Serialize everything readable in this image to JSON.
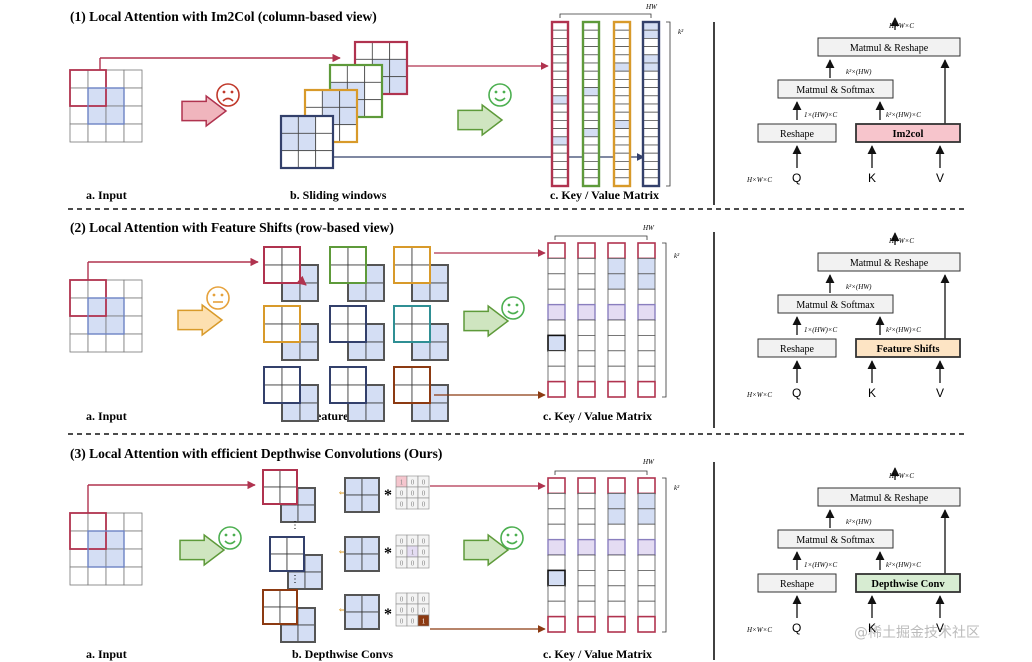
{
  "sections": [
    {
      "title": "(1) Local Attention with Im2Col (column-based view)",
      "captions": [
        "a. Input",
        "b. Sliding windows",
        "c. Key / Value Matrix"
      ],
      "hw_label": "HW",
      "k2_label": "k²",
      "emoji": [
        "sad",
        "happy"
      ],
      "flow": {
        "top": "H×W×C",
        "matmul_reshape": "Matmul & Reshape",
        "mid_label": "k²×(HW)",
        "matmul_softmax": "Matmul & Softmax",
        "left_label": "1×(HW)×C",
        "right_label": "k²×(HW)×C",
        "reshape": "Reshape",
        "op": "Im2col",
        "input_label": "H×W×C",
        "q": "Q",
        "k": "K",
        "v": "V",
        "op_color": "#f7c5cc"
      }
    },
    {
      "title": "(2) Local Attention with Feature Shifts (row-based view)",
      "captions": [
        "a. Input",
        "b. Feature Shifts",
        "c. Key / Value Matrix"
      ],
      "hw_label": "HW",
      "k2_label": "k²",
      "emoji": [
        "neutral",
        "happy"
      ],
      "flow": {
        "top": "H×W×C",
        "matmul_reshape": "Matmul & Reshape",
        "mid_label": "k²×(HW)",
        "matmul_softmax": "Matmul & Softmax",
        "left_label": "1×(HW)×C",
        "right_label": "k²×(HW)×C",
        "reshape": "Reshape",
        "op": "Feature Shifts",
        "input_label": "H×W×C",
        "q": "Q",
        "k": "K",
        "v": "V",
        "op_color": "#fde4c4"
      }
    },
    {
      "title": "(3) Local Attention with efficient Depthwise Convolutions (Ours)",
      "captions": [
        "a. Input",
        "b. Depthwise Convs",
        "c. Key / Value Matrix"
      ],
      "hw_label": "HW",
      "k2_label": "k²",
      "emoji": [
        "happy",
        "happy"
      ],
      "flow": {
        "top": "H×W×C",
        "matmul_reshape": "Matmul & Reshape",
        "mid_label": "k²×(HW)",
        "matmul_softmax": "Matmul & Softmax",
        "left_label": "1×(HW)×C",
        "right_label": "k²×(HW)×C",
        "reshape": "Reshape",
        "op": "Depthwise Conv",
        "input_label": "H×W×C",
        "q": "Q",
        "k": "K",
        "v": "V",
        "op_color": "#d7ecd2"
      },
      "kernel_values": [
        "1",
        "0",
        "0",
        "0",
        "1",
        "0",
        "0",
        "0",
        "1"
      ],
      "conv_op": "*"
    }
  ],
  "watermark": "@稀土掘金技术社区",
  "colors": {
    "crimson": "#b0334f",
    "green": "#5e9a3a",
    "orange": "#d89a2a",
    "navy": "#33406b",
    "blue_fill": "#d4def4",
    "teal": "#2f8f94",
    "brown": "#8c3a12",
    "gray_line": "#555555"
  }
}
